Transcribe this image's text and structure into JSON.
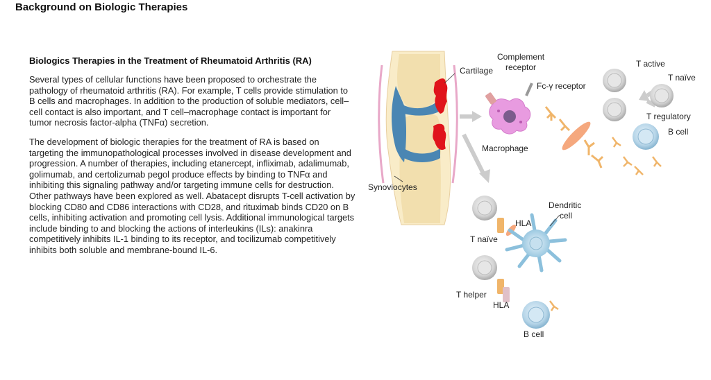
{
  "page": {
    "title": "Background on Biologic Therapies"
  },
  "article": {
    "heading": "Biologics Therapies in the Treatment of Rheumatoid Arthritis (RA)",
    "paragraphs": [
      "Several types of cellular functions have been proposed to orchestrate the pathology of rheumatoid arthritis (RA). For example, T cells provide stimulation to B cells and macrophages. In addition to the production of soluble mediators, cell–cell contact is also important, and T cell–macrophage contact is important for tumor necrosis factor-alpha (TNFα) secretion.",
      "The development of biologic therapies for the treatment of RA is based on targeting the immunopathological processes involved in disease development and progression. A number of therapies, including etanercept, infliximab, adalimumab, golimumab, and certolizumab pegol produce effects by binding to TNFα and inhibiting this signaling pathway and/or targeting immune cells for destruction. Other pathways have been explored as well. Abatacept disrupts T-cell activation by blocking CD80 and CD86 interactions with CD28, and rituximab binds CD20 on B cells, inhibiting activation and promoting cell lysis. Additional immunological targets include binding to and blocking the actions of interleukins (ILs): anakinra competitively inhibits IL-1 binding to its receptor, and tocilizumab competitively inhibits both soluble and membrane-bound IL-6."
    ]
  },
  "figure": {
    "labels": {
      "cartilage": "Cartilage",
      "synoviocytes": "Synoviocytes",
      "complement_1": "Complement",
      "complement_2": "receptor",
      "fc_receptor": "Fc-γ receptor",
      "macrophage": "Macrophage",
      "t_active": "T active",
      "t_naive_top": "T naïve",
      "t_regulatory": "T regulatory",
      "b_cell_top": "B cell",
      "dendritic_1": "Dendritic",
      "dendritic_2": "cell",
      "hla_top": "HLA",
      "t_naive_bottom": "T naïve",
      "t_helper": "T helper",
      "hla_bottom": "HLA",
      "b_cell_bottom": "B cell"
    },
    "colors": {
      "bone": "#f2dfae",
      "joint_space": "#4a86b3",
      "erosion": "#e0141b",
      "t_cell": "#d8d8d8",
      "b_cell": "#bcd9ea",
      "macrophage": "#e89be0",
      "antibody": "#f0b56a",
      "arrow": "#cccccc"
    }
  }
}
